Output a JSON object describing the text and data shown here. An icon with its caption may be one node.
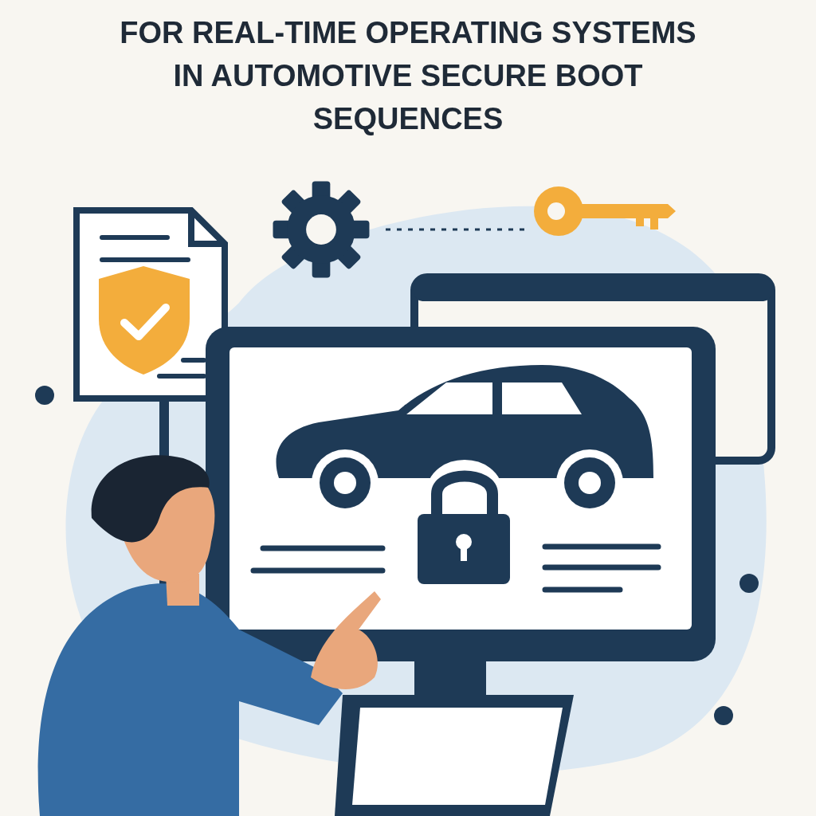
{
  "diagram": {
    "title": "FOR REAL-TIME OPERATING SYSTEMS IN AUTOMOTIVE SECURE BOOT SEQUENCES",
    "nodes": [
      {
        "text": [],
        "shape": "picture"
      },
      {
        "text": [],
        "shape": "picture"
      }
    ],
    "edges": [
      {
        "from": 0,
        "to": 1,
        "arrow": "none",
        "style": "dashed"
      }
    ]
  }
}
